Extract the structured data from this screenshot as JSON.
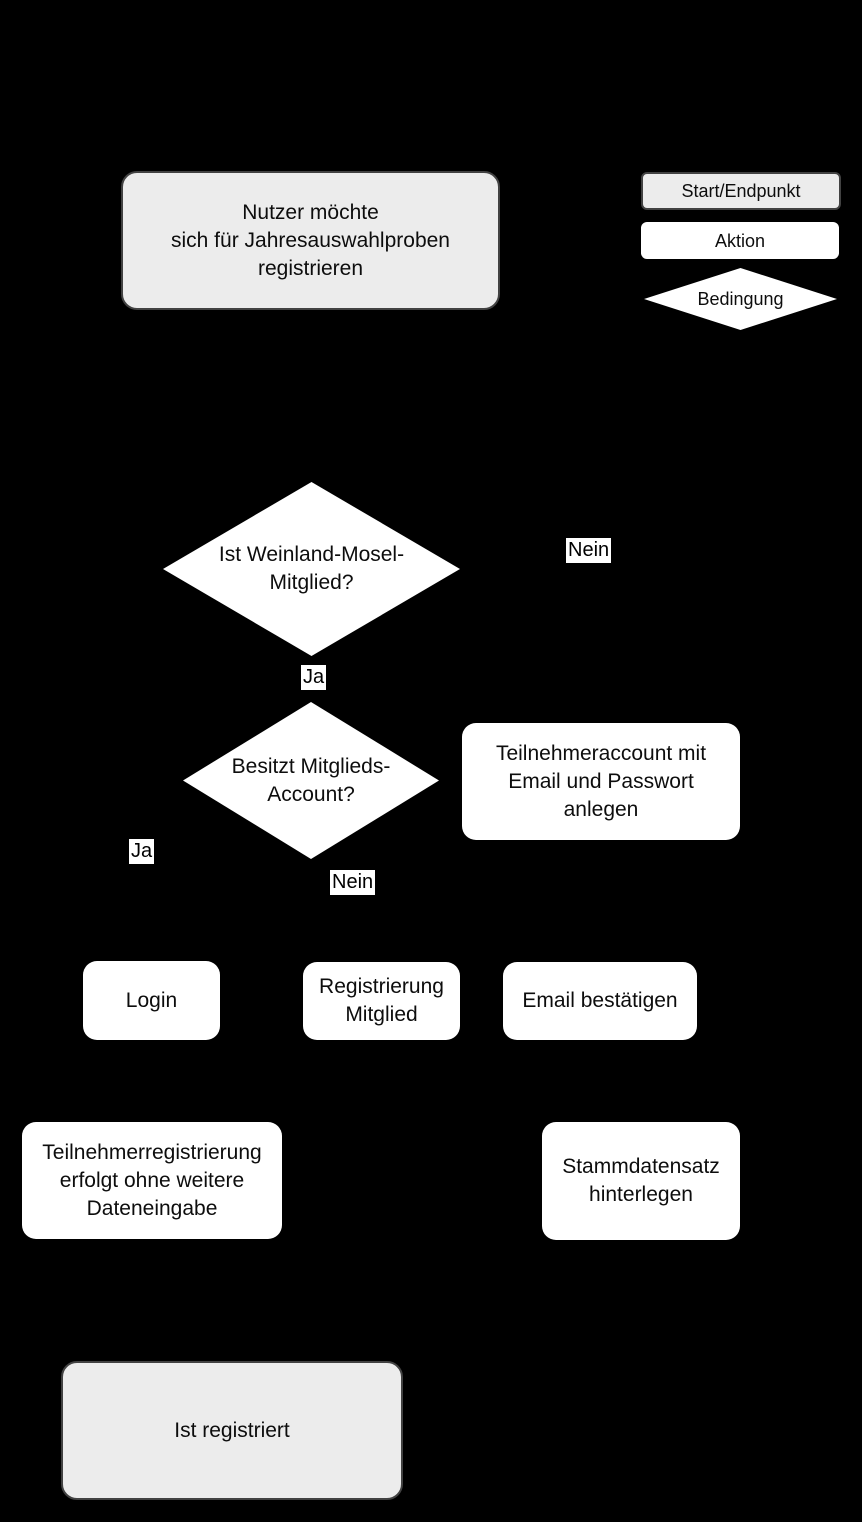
{
  "colors": {
    "background": "#000000",
    "node_fill_white": "#ffffff",
    "node_fill_gray": "#ececec",
    "node_border_gray": "#424242",
    "text": "#0d0d0d"
  },
  "legend": {
    "start_end": "Start/Endpunkt",
    "action": "Aktion",
    "condition": "Bedingung"
  },
  "nodes": {
    "start": {
      "type": "start-end",
      "text": "Nutzer möchte\nsich für Jahresauswahlproben\nregistrieren"
    },
    "decision_member": {
      "type": "condition",
      "text": "Ist Weinland-Mosel-\nMitglied?"
    },
    "decision_account": {
      "type": "condition",
      "text": "Besitzt Mitglieds-\nAccount?"
    },
    "create_account": {
      "type": "action",
      "text": "Teilnehmeraccount mit\nEmail und Passwort\nanlegen"
    },
    "login": {
      "type": "action",
      "text": "Login"
    },
    "register_member": {
      "type": "action",
      "text": "Registrierung\nMitglied"
    },
    "confirm_email": {
      "type": "action",
      "text": "Email bestätigen"
    },
    "participant_registration": {
      "type": "action",
      "text": "Teilnehmerregistrierung\nerfolgt ohne weitere\nDateneingabe"
    },
    "master_data": {
      "type": "action",
      "text": "Stammdatensatz\nhinterlegen"
    },
    "end": {
      "type": "start-end",
      "text": "Ist registriert"
    }
  },
  "edge_labels": {
    "member_no": "Nein",
    "member_yes": "Ja",
    "account_yes": "Ja",
    "account_no": "Nein"
  }
}
